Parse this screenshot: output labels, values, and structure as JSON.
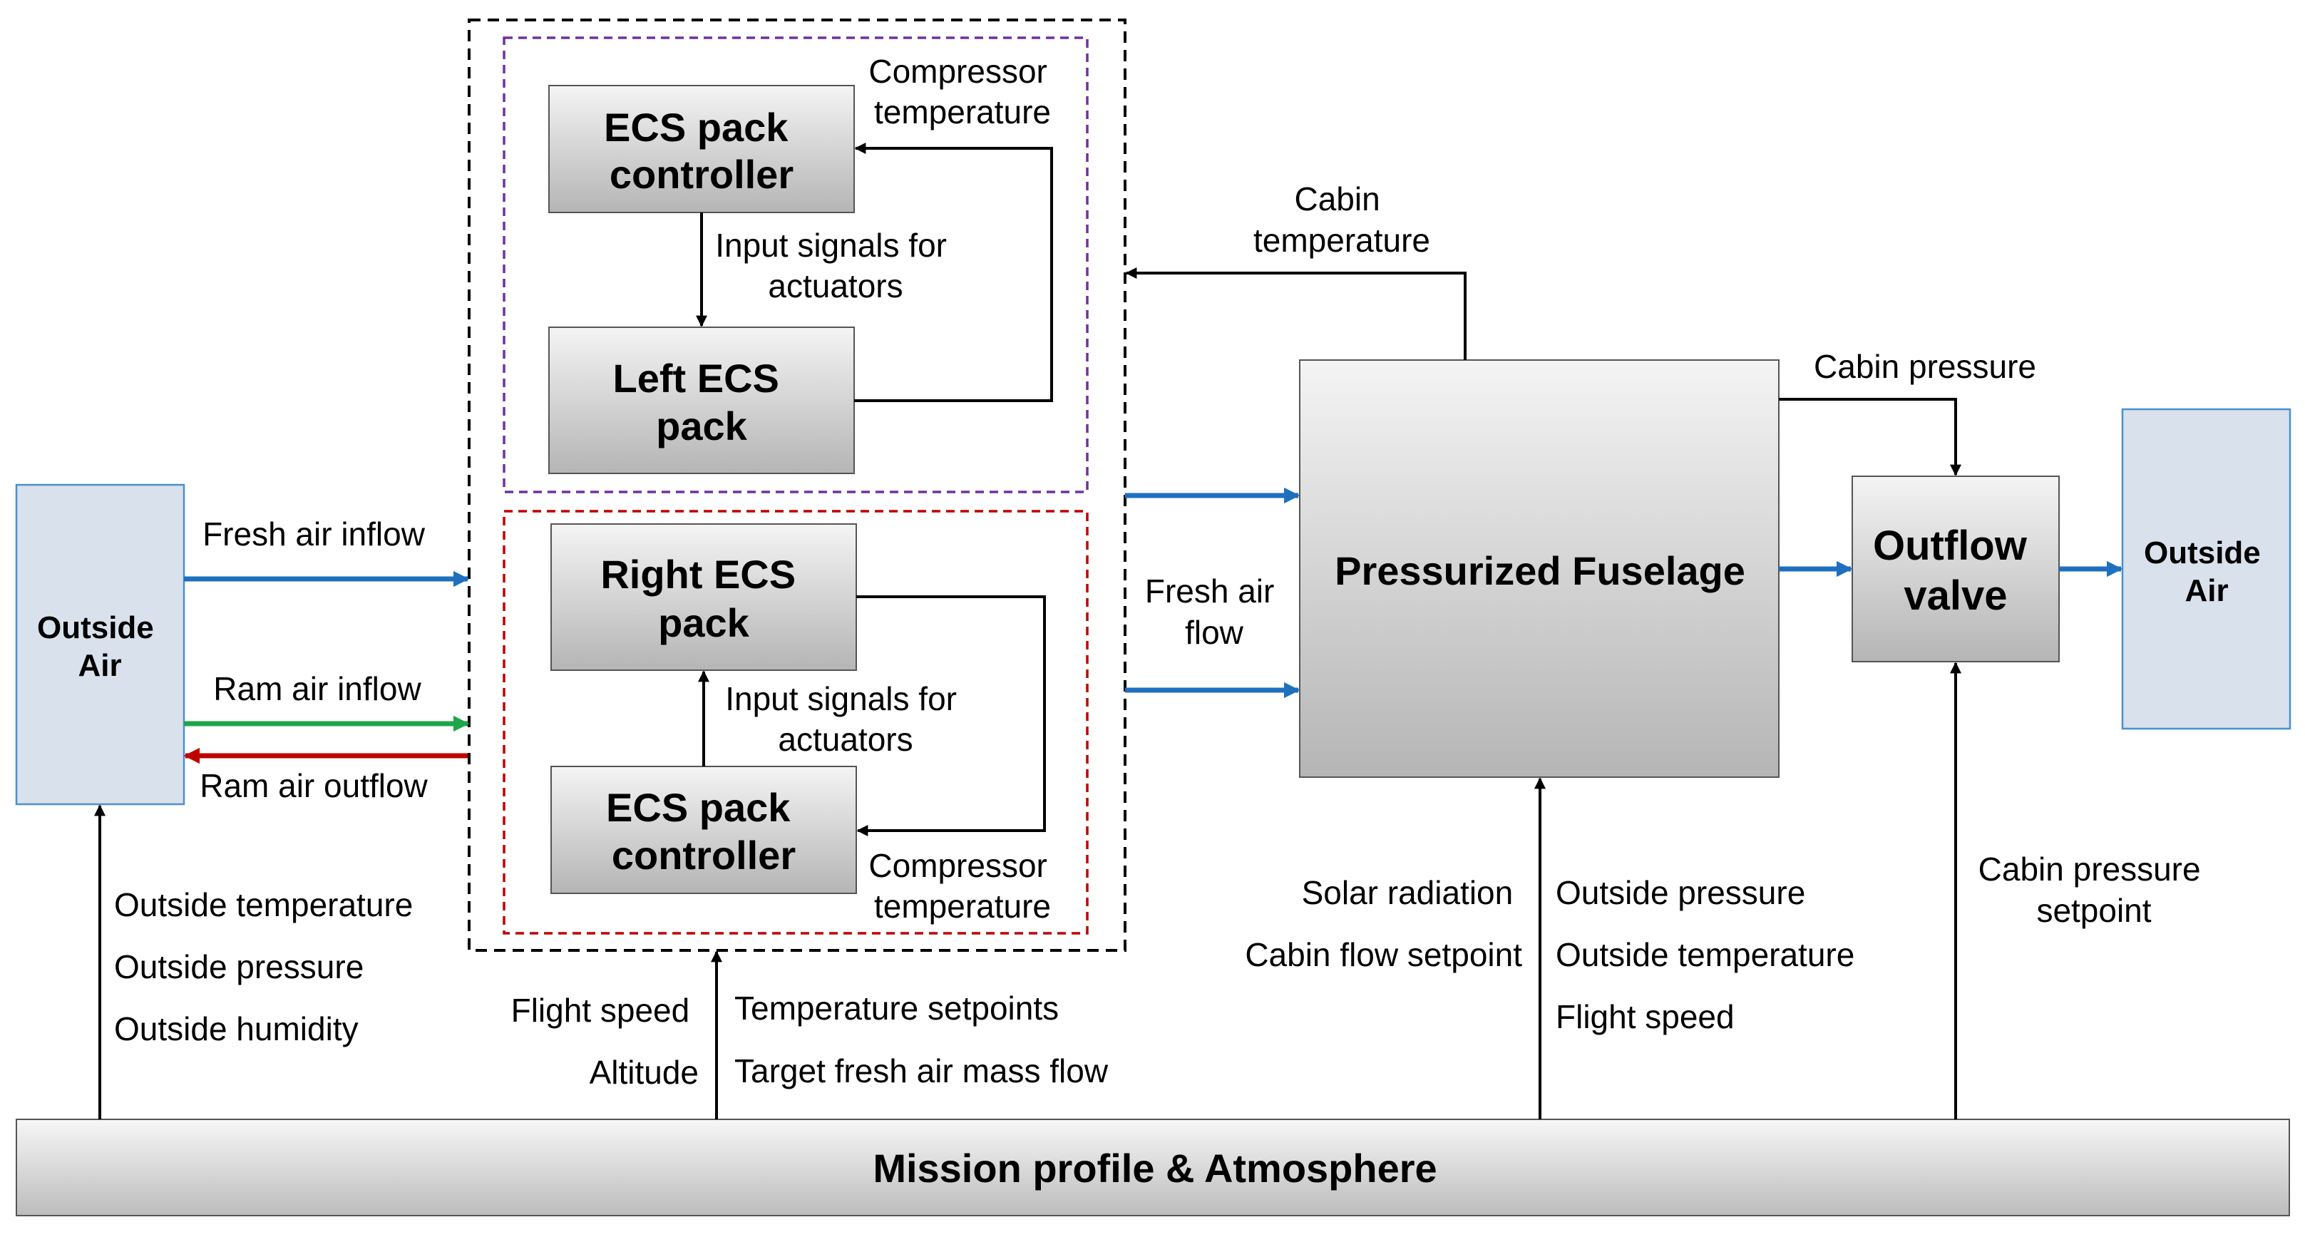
{
  "blocks": {
    "outside_air_left": [
      "Outside",
      "Air"
    ],
    "outside_air_right": [
      "Outside",
      "Air"
    ],
    "ecs_controller_top": [
      "ECS pack",
      "controller"
    ],
    "left_ecs_pack": [
      "Left ECS",
      "pack"
    ],
    "right_ecs_pack": [
      "Right ECS",
      "pack"
    ],
    "ecs_controller_bottom": [
      "ECS pack",
      "controller"
    ],
    "pressurized_fuselage": "Pressurized Fuselage",
    "outflow_valve": [
      "Outflow",
      "valve"
    ],
    "mission_profile": "Mission profile & Atmosphere"
  },
  "labels": {
    "compressor_temp_top": [
      "Compressor",
      "temperature"
    ],
    "compressor_temp_bottom": [
      "Compressor",
      "temperature"
    ],
    "input_signals_top": [
      "Input signals for",
      "actuators"
    ],
    "input_signals_bottom": [
      "Input signals for",
      "actuators"
    ],
    "cabin_temperature": [
      "Cabin",
      "temperature"
    ],
    "cabin_pressure": "Cabin pressure",
    "fresh_air_inflow": "Fresh air inflow",
    "ram_air_inflow": "Ram air inflow",
    "ram_air_outflow": "Ram air outflow",
    "fresh_air_flow": [
      "Fresh air",
      "flow"
    ],
    "outside_inputs": [
      "Outside temperature",
      "Outside pressure",
      "Outside humidity"
    ],
    "ecs_inputs_left": [
      "Flight speed",
      "Altitude"
    ],
    "ecs_inputs_right": [
      "Temperature setpoints",
      "Target fresh air mass flow"
    ],
    "fuselage_inputs_left": [
      "Solar radiation",
      "Cabin flow setpoint"
    ],
    "fuselage_inputs_right": [
      "Outside pressure",
      "Outside temperature",
      "Flight speed"
    ],
    "cabin_pressure_setpoint": [
      "Cabin pressure",
      "setpoint"
    ]
  },
  "colors": {
    "fresh_air": "#1f6fbf",
    "ram_inflow": "#1ea64a",
    "ram_outflow": "#c00000",
    "left_pack_border": "#7030a0",
    "right_pack_border": "#c00000",
    "outside_air_fill": "#d9e1ec",
    "outside_air_border": "#4a8fcf"
  }
}
